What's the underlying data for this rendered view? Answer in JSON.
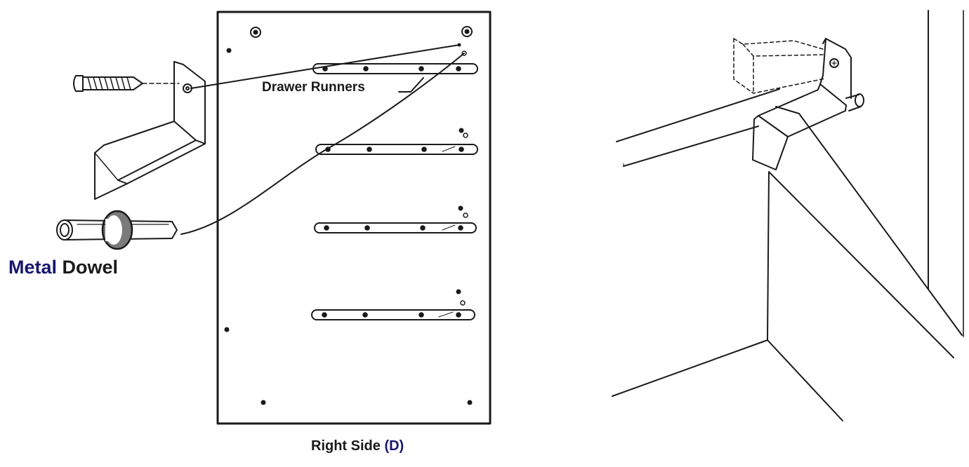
{
  "labels": {
    "drawer_runners": "Drawer Runners",
    "metal_dowel_part1": "Metal",
    "metal_dowel_part2": "Dowel",
    "right_side_part1": "Right Side",
    "right_side_part2": "(D)"
  },
  "colors": {
    "line": "#1a1a1a",
    "accent_blue": "#17176e",
    "dowel_grommet": "#7a7a7a",
    "background": "#ffffff"
  }
}
